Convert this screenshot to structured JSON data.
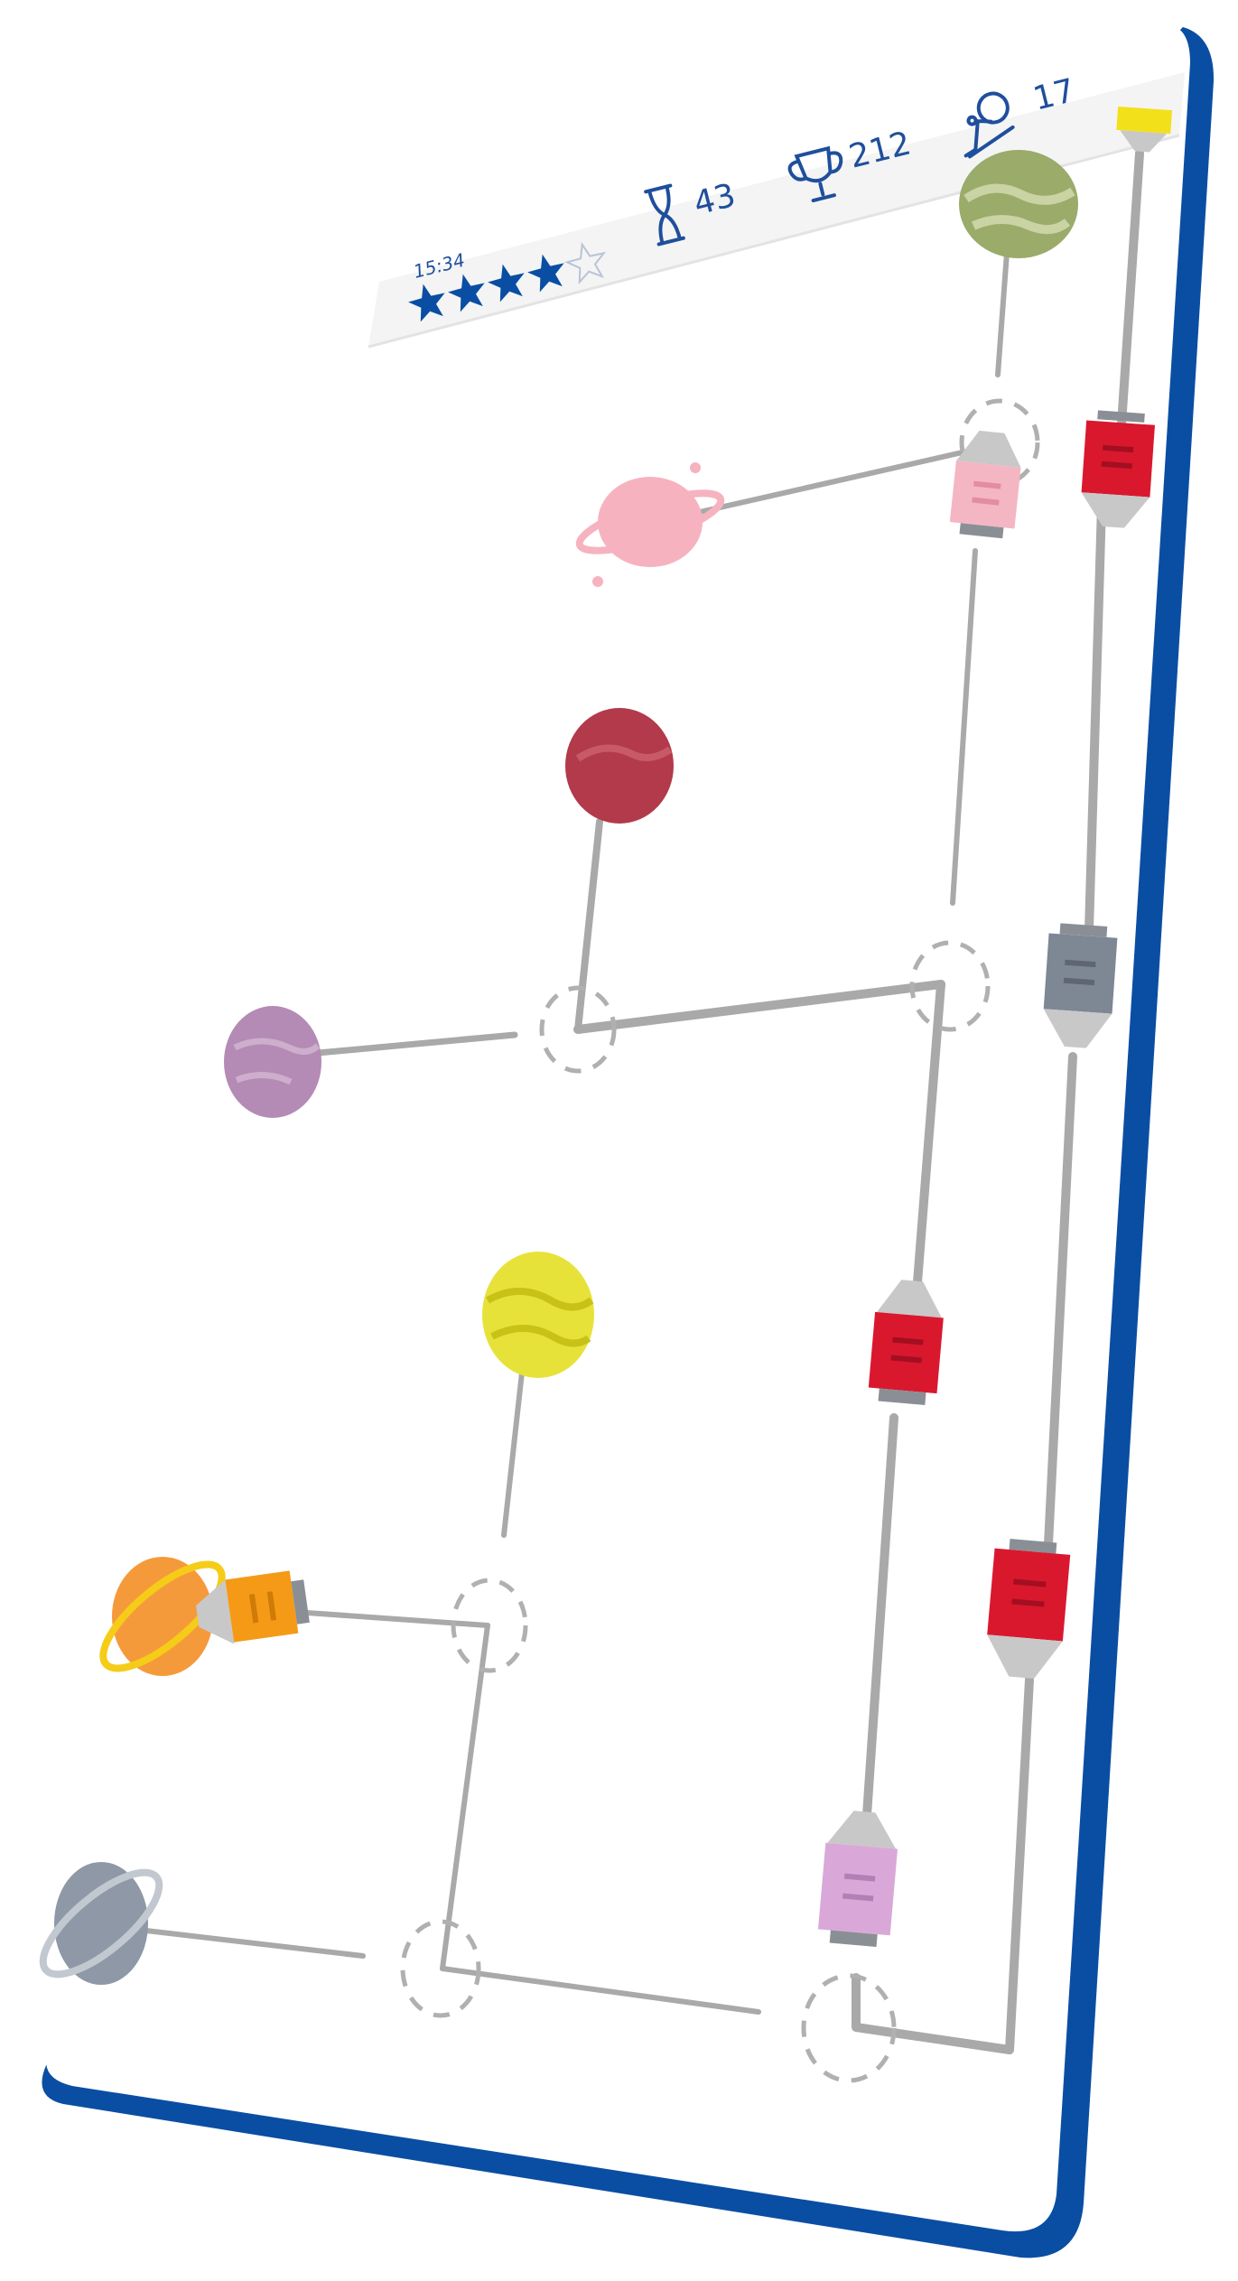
{
  "hud": {
    "time": "15:34",
    "stars_filled": 4,
    "stars_total": 5,
    "moves": "43",
    "trophies": "212",
    "level": "17"
  },
  "colors": {
    "accent": "#0a4ea3",
    "hud_text": "#1f4f9c",
    "track": "#a9a9a9",
    "node_outline": "#b0b0b0",
    "star": "#0a4ea3"
  },
  "planets": [
    {
      "id": "green",
      "color": "#9aab6a"
    },
    {
      "id": "pink",
      "color": "#f6b3bf"
    },
    {
      "id": "crimson",
      "color": "#b23a4a"
    },
    {
      "id": "purple",
      "color": "#b48bb4"
    },
    {
      "id": "yellow",
      "color": "#e7e23a"
    },
    {
      "id": "orange",
      "color": "#f59a3b"
    },
    {
      "id": "gray",
      "color": "#8e98a6"
    }
  ],
  "pods": [
    {
      "id": "yellow-top",
      "color": "#f2e01b"
    },
    {
      "id": "red-top",
      "color": "#d9182e"
    },
    {
      "id": "pink-docked",
      "color": "#f4b6c3"
    },
    {
      "id": "gray",
      "color": "#7e8794"
    },
    {
      "id": "red-middle",
      "color": "#d9182e"
    },
    {
      "id": "orange-docked",
      "color": "#f59a16"
    },
    {
      "id": "red-right",
      "color": "#d9182e"
    },
    {
      "id": "lilac",
      "color": "#d9a8d8"
    }
  ]
}
